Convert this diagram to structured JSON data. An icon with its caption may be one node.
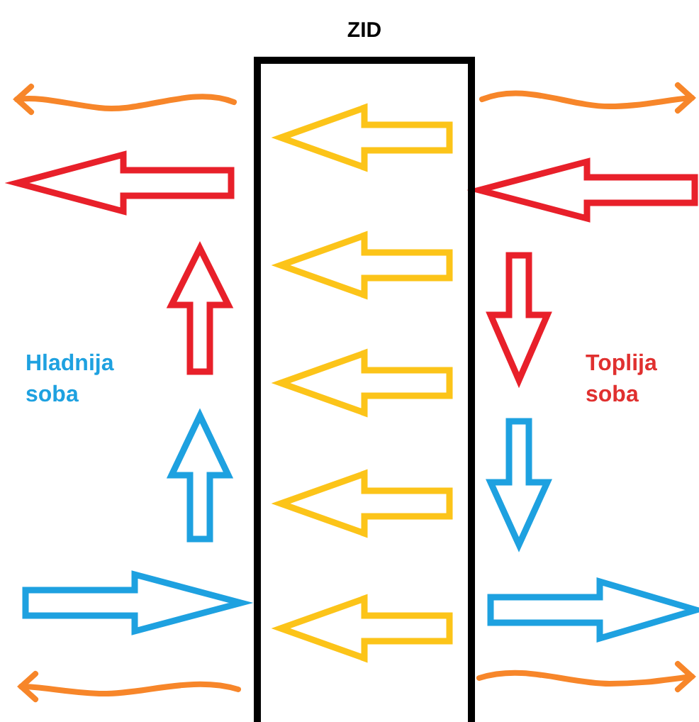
{
  "diagram": {
    "nodes": [
      {
        "text": [
          "ZID"
        ]
      }
    ],
    "edges": [],
    "labels": [
      "Hladnija soba",
      "Toplija soba"
    ]
  }
}
